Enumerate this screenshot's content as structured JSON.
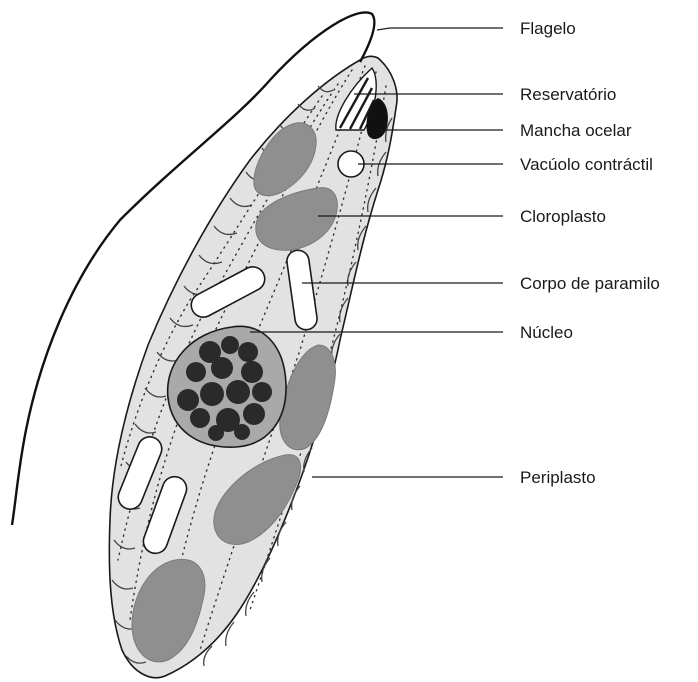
{
  "labels": {
    "flagelo": "Flagelo",
    "reservatorio": "Reservatório",
    "mancha_ocelar": "Mancha ocelar",
    "vacuolo_contractil": "Vacúolo contráctil",
    "cloroplasto": "Cloroplasto",
    "corpo_de_paramilo": "Corpo de paramilo",
    "nucleo": "Núcleo",
    "periplasto": "Periplasto"
  },
  "colors": {
    "cell_fill": "#e2e2e2",
    "cell_outline": "#1a1a1a",
    "chloroplast": "#8f8f8f",
    "nucleus_fill": "#a9a9a9",
    "chromatin": "#2a2a2a",
    "paramylon": "#ffffff"
  }
}
